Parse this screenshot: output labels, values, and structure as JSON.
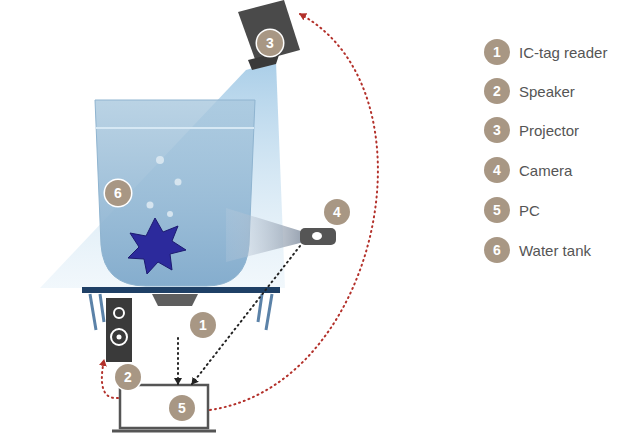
{
  "diagram": {
    "nodes": [
      {
        "text": [
          "1"
        ]
      },
      {
        "text": [
          "2"
        ]
      },
      {
        "text": [
          "3"
        ]
      },
      {
        "text": [
          "4"
        ]
      },
      {
        "text": [
          "5"
        ]
      },
      {
        "text": [
          "6"
        ]
      }
    ],
    "edges": [
      {
        "from": 0,
        "to": 4,
        "arrow": "to"
      },
      {
        "from": 3,
        "to": 4,
        "arrow": "to"
      },
      {
        "from": 4,
        "to": 1,
        "arrow": "to"
      },
      {
        "from": 4,
        "to": 2,
        "arrow": "to"
      }
    ],
    "labels": [
      "1",
      "2",
      "3",
      "4",
      "5",
      "6"
    ],
    "legend": [
      {
        "text": "IC-tag reader",
        "color": "#a89784"
      },
      {
        "text": "Speaker",
        "color": "#a89784"
      },
      {
        "text": "Projector",
        "color": "#a89784"
      },
      {
        "text": "Camera",
        "color": "#a89784"
      },
      {
        "text": "PC",
        "color": "#a89784"
      },
      {
        "text": "Water tank",
        "color": "#a89784"
      }
    ]
  }
}
